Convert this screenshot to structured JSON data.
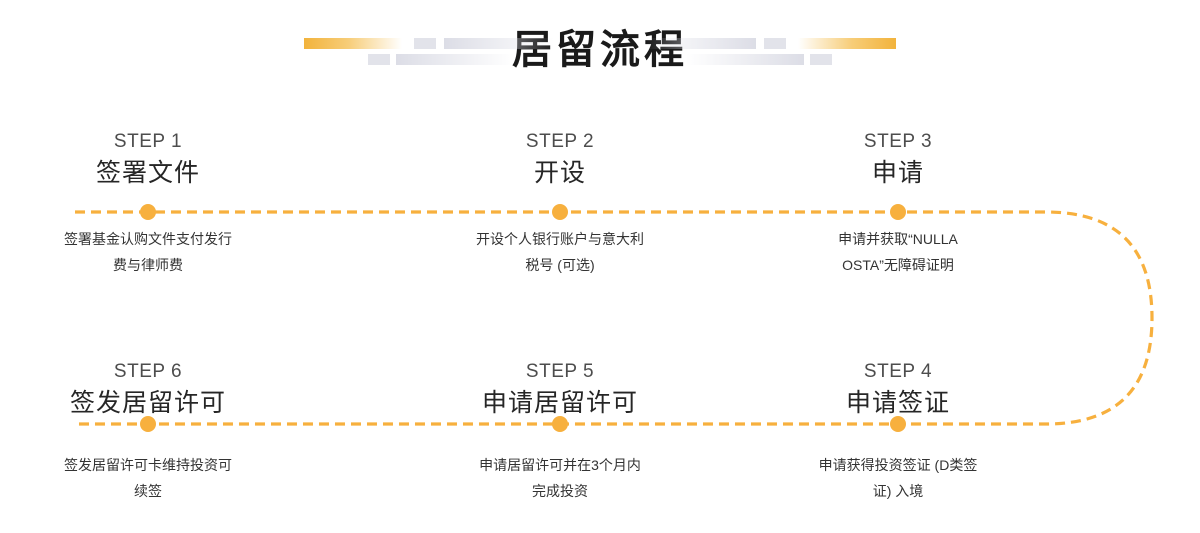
{
  "header": {
    "title": "居留流程",
    "decoration_gold": "#f2b33c",
    "decoration_gray": "#dcdde6"
  },
  "theme": {
    "accent": "#f7b03e",
    "dash_color": "#f7b03e",
    "label_color": "#4d4d4d",
    "title_color": "#262626",
    "desc_color": "#333333",
    "background": "#ffffff"
  },
  "flow": {
    "steps": [
      {
        "label": "STEP 1",
        "title": "签署文件",
        "desc_line1": "签署基金认购文件支付发行",
        "desc_line2": "费与律师费"
      },
      {
        "label": "STEP 2",
        "title": "开设",
        "desc_line1": "开设个人银行账户与意大利",
        "desc_line2": "税号 (可选)"
      },
      {
        "label": "STEP 3",
        "title": "申请",
        "desc_line1": "申请并获取“NULLA",
        "desc_line2": "OSTA”无障碍证明"
      },
      {
        "label": "STEP 4",
        "title": "申请签证",
        "desc_line1": "申请获得投资签证 (D类签",
        "desc_line2": "证) 入境"
      },
      {
        "label": "STEP 5",
        "title": "申请居留许可",
        "desc_line1": "申请居留许可并在3个月内",
        "desc_line2": "完成投资"
      },
      {
        "label": "STEP 6",
        "title": "签发居留许可",
        "desc_line1": "签发居留许可卡维持投资可",
        "desc_line2": "续签"
      }
    ]
  }
}
